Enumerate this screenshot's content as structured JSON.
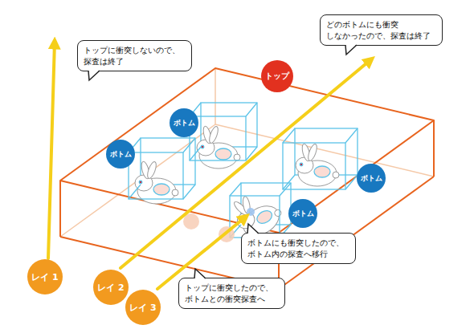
{
  "diagram": {
    "nodes": [
      {
        "text": [
          "トップに衝突しないので、 探査は終了"
        ]
      },
      {
        "text": [
          "どのボトムにも衝突 しなかったので、探査は終了"
        ]
      },
      {
        "text": [
          "トップ"
        ]
      },
      {
        "text": [
          "ボトム"
        ]
      },
      {
        "text": [
          "ボトム"
        ]
      },
      {
        "text": [
          "ボトム"
        ]
      },
      {
        "text": [
          "ボトム"
        ]
      },
      {
        "text": [
          "ボトムにも衝突したので、 ボトム内の探査へ移行"
        ]
      },
      {
        "text": [
          "レイ 1"
        ]
      },
      {
        "text": [
          "レイ 2"
        ]
      },
      {
        "text": [
          "トップに衝突したので、 ボトムとの衝突探査へ"
        ]
      },
      {
        "text": [
          "レイ 3"
        ]
      }
    ]
  }
}
